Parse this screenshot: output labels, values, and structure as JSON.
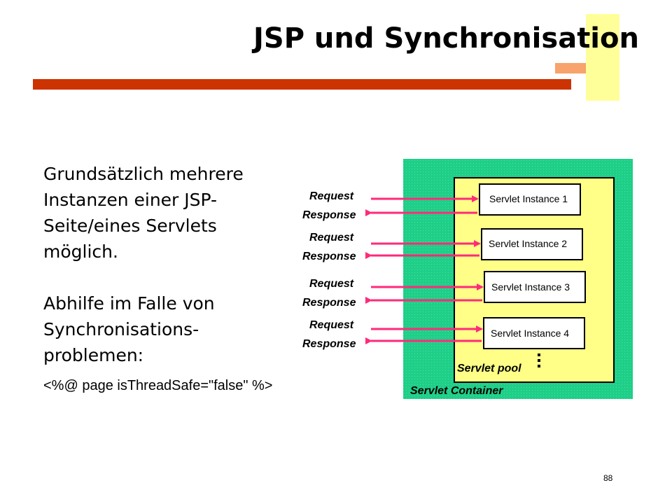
{
  "slide": {
    "title": "JSP und Synchronisation",
    "paragraphs": [
      [
        "Grundsätzlich mehrere",
        "Instanzen einer JSP-",
        "Seite/eines Servlets",
        "möglich."
      ],
      [
        "Abhilfe im Falle von",
        "Synchronisations-",
        "problemen:"
      ]
    ],
    "code": "<%@ page isThreadSafe=\"false\" %>",
    "page_number": "88"
  },
  "diagram": {
    "container_label": "Servlet Container",
    "pool_label": "Servlet pool",
    "request_label": "Request",
    "response_label": "Response",
    "instances": [
      "Servlet Instance 1",
      "Servlet Instance 2",
      "Servlet Instance 3",
      "Servlet Instance 4"
    ],
    "colors": {
      "container": "#1ecf88",
      "pool": "#ffff88",
      "arrow": "#ff2a7a"
    }
  }
}
